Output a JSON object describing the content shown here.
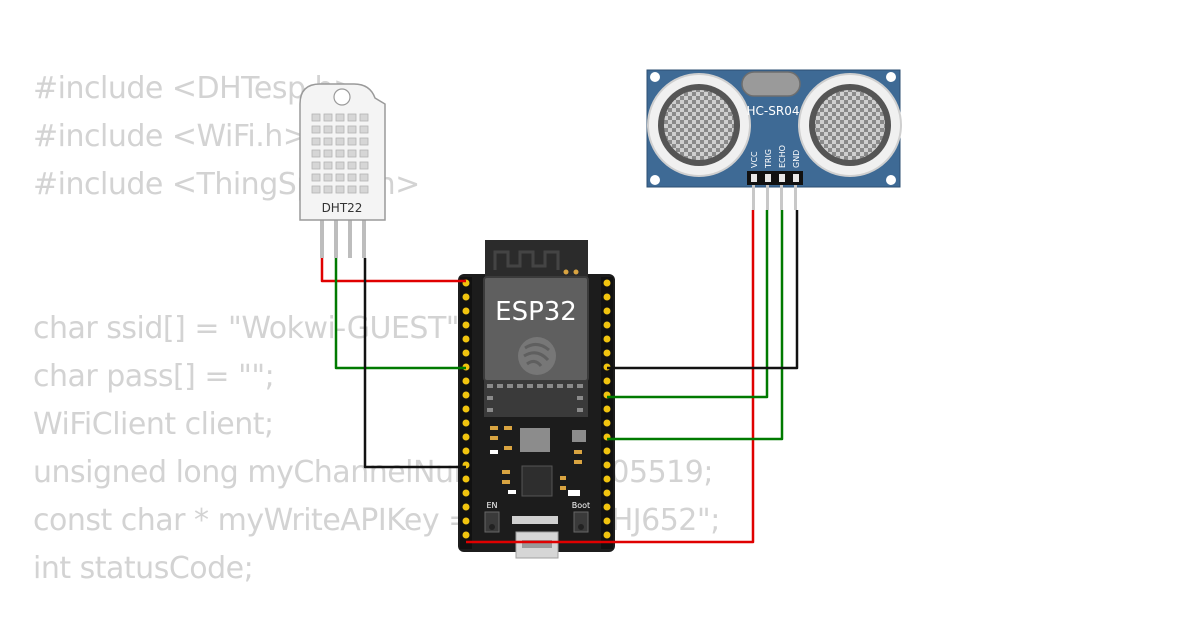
{
  "code_lines": [
    {
      "text": "#include <DHTesp.h>"
    },
    {
      "text": "#include <WiFi.h>"
    },
    {
      "text": "#include <ThingSpeak.h>"
    },
    {
      "text": ""
    },
    {
      "text": ""
    },
    {
      "text": "char ssid[] = \"Wokwi-GUEST\";"
    },
    {
      "text": "char pass[] = \"\";"
    },
    {
      "text": "WiFiClient client;"
    },
    {
      "text": "unsigned long myChannelNumber = 2505519;"
    },
    {
      "text": "const char * myWriteAPIKey = \"0GS77SHJ652\";"
    },
    {
      "text": "int statusCode;"
    }
  ],
  "dht22": {
    "label": "DHT22"
  },
  "esp32": {
    "label": "ESP32",
    "btn_en": "EN",
    "btn_boot": "Boot"
  },
  "hcsr04": {
    "label": "HC-SR04",
    "pins": [
      "VCC",
      "TRIG",
      "ECHO",
      "GND"
    ]
  },
  "colors": {
    "wire_red": "#e00000",
    "wire_green": "#007a00",
    "wire_black": "#111111",
    "board_pcb": "#1a1a1a",
    "sensor_pcb": "#3e6a95"
  }
}
